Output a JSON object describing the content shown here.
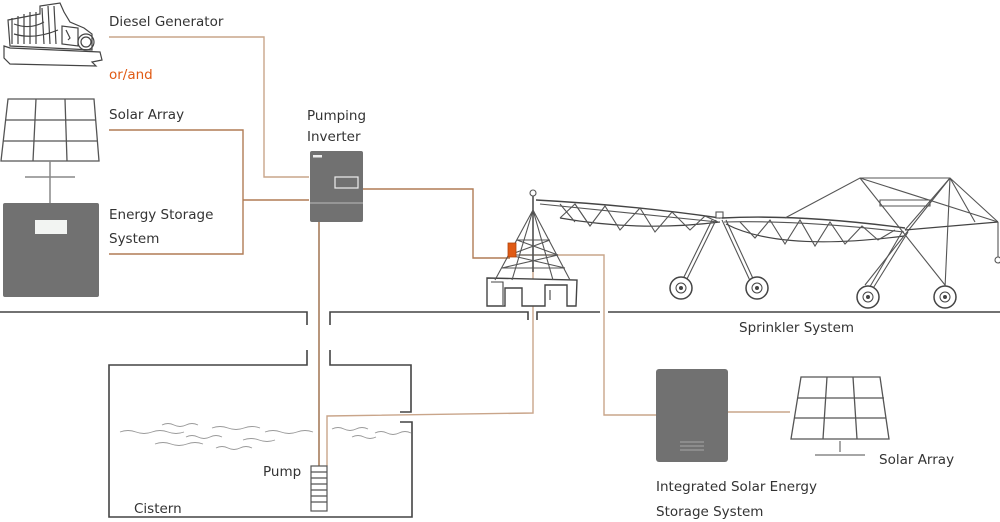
{
  "diagram": {
    "type": "solar pumping irrigation system",
    "colors": {
      "cable": "#b07c55",
      "cable_light": "#c9a58a",
      "device_fill": "#717171",
      "outline": "#444444",
      "accent": "#e05a14",
      "text": "#333333"
    },
    "labels": {
      "diesel_generator": "Diesel Generator",
      "or_and": "or/and",
      "solar_array_left": "Solar Array",
      "energy_storage_line1": "Energy Storage",
      "energy_storage_line2": "System",
      "pumping_inverter_line1": "Pumping",
      "pumping_inverter_line2": "Inverter",
      "sprinkler_system": "Sprinkler System",
      "pump": "Pump",
      "cistern": "Cistern",
      "integrated_line1": "Integrated Solar Energy",
      "integrated_line2": "Storage System",
      "solar_array_right": "Solar Array"
    },
    "components": [
      {
        "id": "diesel-generator",
        "icon": "generator-icon"
      },
      {
        "id": "solar-array-left",
        "icon": "solar-panel-icon"
      },
      {
        "id": "energy-storage",
        "icon": "battery-cabinet-icon"
      },
      {
        "id": "pumping-inverter",
        "icon": "inverter-icon"
      },
      {
        "id": "center-pivot-sprinkler",
        "icon": "sprinkler-icon"
      },
      {
        "id": "cistern",
        "icon": "tank-icon"
      },
      {
        "id": "pump",
        "icon": "pump-icon"
      },
      {
        "id": "integrated-storage",
        "icon": "battery-cabinet-icon"
      },
      {
        "id": "solar-array-right",
        "icon": "solar-panel-icon"
      }
    ]
  }
}
